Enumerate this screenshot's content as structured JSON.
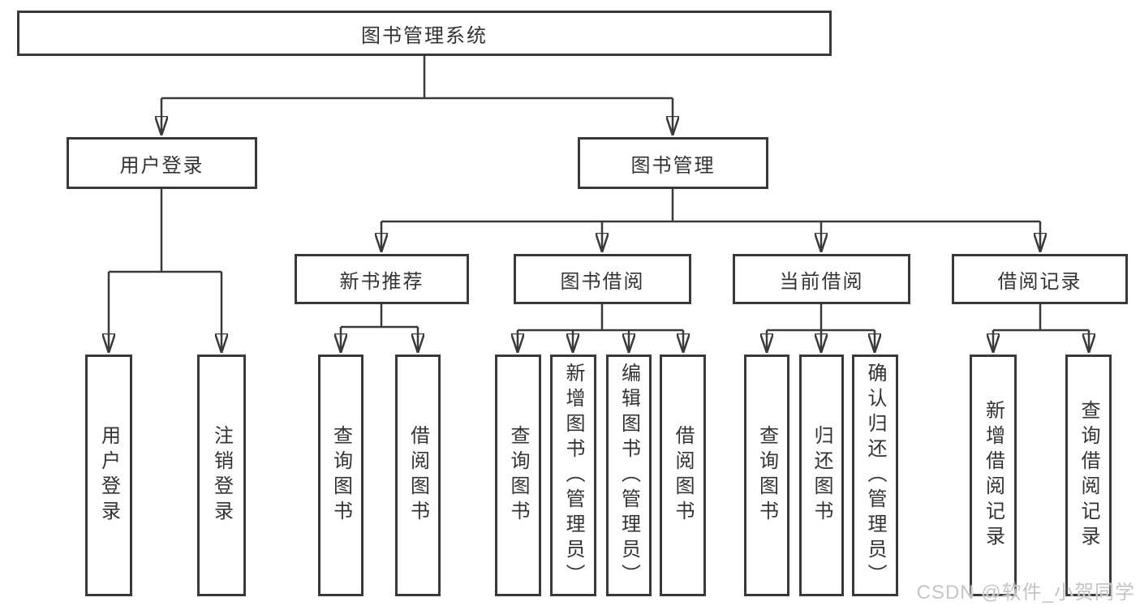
{
  "tree": {
    "label": "图书管理系统",
    "children": [
      {
        "label": "用户登录",
        "children": [
          {
            "label": "用户登录"
          },
          {
            "label": "注销登录"
          }
        ]
      },
      {
        "label": "图书管理",
        "children": [
          {
            "label": "新书推荐",
            "children": [
              {
                "label": "查询图书"
              },
              {
                "label": "借阅图书"
              }
            ]
          },
          {
            "label": "图书借阅",
            "children": [
              {
                "label": "查询图书"
              },
              {
                "label": "新增图书（管理员）"
              },
              {
                "label": "编辑图书（管理员）"
              },
              {
                "label": "借阅图书"
              }
            ]
          },
          {
            "label": "当前借阅",
            "children": [
              {
                "label": "查询图书"
              },
              {
                "label": "归还图书"
              },
              {
                "label": "确认归还（管理员）"
              }
            ]
          },
          {
            "label": "借阅记录",
            "children": [
              {
                "label": "新增借阅记录"
              },
              {
                "label": "查询借阅记录"
              }
            ]
          }
        ]
      }
    ]
  },
  "watermark": {
    "text": "CSDN @软件_小贺同学"
  },
  "colors": {
    "line": "#3a3a3a",
    "text": "#333333",
    "box_fill": "#ffffff",
    "background": "#ffffff",
    "watermark": "#c5c5c5"
  }
}
